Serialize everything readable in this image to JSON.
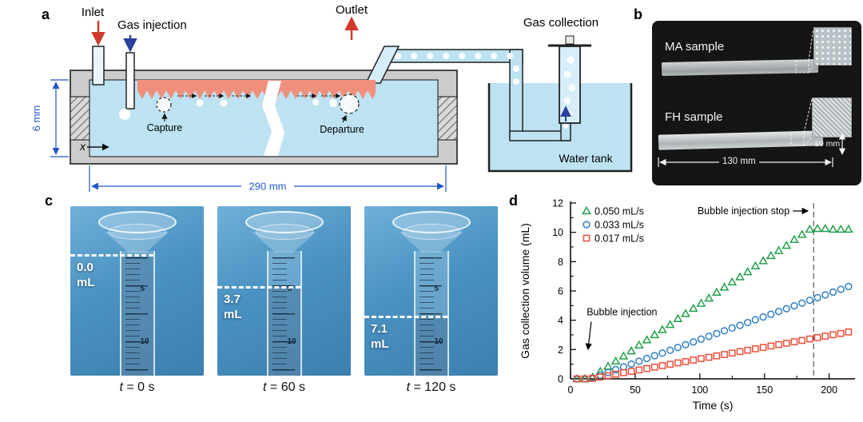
{
  "panels": {
    "a": {
      "label": "a",
      "inlet": "Inlet",
      "gas_injection": "Gas injection",
      "outlet": "Outlet",
      "gas_collection": "Gas collection",
      "capture": "Capture",
      "departure": "Departure",
      "water_tank": "Water tank",
      "flow_axis": "x",
      "dim_height": "6 mm",
      "dim_length": "290 mm"
    },
    "b": {
      "label": "b",
      "sample1": "MA sample",
      "sample2": "FH sample",
      "dim_width": "10 mm",
      "dim_length": "130 mm"
    },
    "c": {
      "label": "c",
      "scale_marks": [
        "5",
        "10"
      ],
      "photos": [
        {
          "volume": "0.0",
          "unit": "mL",
          "t_var": "t",
          "t_rest": " = 0 s"
        },
        {
          "volume": "3.7",
          "unit": "mL",
          "t_var": "t",
          "t_rest": " = 60 s"
        },
        {
          "volume": "7.1",
          "unit": "mL",
          "t_var": "t",
          "t_rest": " = 120 s"
        }
      ]
    },
    "d": {
      "label": "d"
    }
  },
  "chart_data": {
    "type": "scatter",
    "xlabel": "Time (s)",
    "ylabel": "Gas collection volume (mL)",
    "xlim": [
      0,
      220
    ],
    "ylim": [
      0,
      12
    ],
    "xticks": [
      0,
      50,
      100,
      150,
      200
    ],
    "xminor": 25,
    "yticks": [
      0,
      2,
      4,
      6,
      8,
      10,
      12
    ],
    "grid": false,
    "legend_position": "top-left",
    "vline": {
      "x": 188,
      "style": "dashed"
    },
    "annotations": [
      {
        "text": "Bubble injection stop",
        "target": "vline"
      },
      {
        "text": "Bubble injection",
        "x": 12.5,
        "y": 4.35,
        "ax1": 16,
        "ay1": 3.9,
        "ax2": 13.5,
        "ay2": 2.0
      }
    ],
    "series": [
      {
        "name": "0.050 mL/s",
        "marker": "triangle",
        "color": "#22a04a",
        "x": [
          5,
          11,
          17,
          23,
          29,
          35,
          41,
          47,
          53,
          59,
          65,
          71,
          77,
          83,
          89,
          95,
          101,
          107,
          113,
          119,
          125,
          131,
          137,
          143,
          149,
          155,
          161,
          167,
          173,
          179,
          185,
          191,
          197,
          203,
          209,
          215
        ],
        "y": [
          0,
          0,
          0.1,
          0.5,
          0.85,
          1.2,
          1.55,
          1.9,
          2.3,
          2.65,
          3.0,
          3.35,
          3.7,
          4.1,
          4.45,
          4.8,
          5.15,
          5.5,
          5.9,
          6.25,
          6.6,
          6.95,
          7.3,
          7.7,
          8.05,
          8.4,
          8.75,
          9.1,
          9.5,
          9.85,
          10.2,
          10.25,
          10.25,
          10.2,
          10.2,
          10.2
        ]
      },
      {
        "name": "0.033 mL/s",
        "marker": "circle",
        "color": "#2e7fc2",
        "x": [
          5,
          11,
          17,
          23,
          29,
          35,
          41,
          47,
          53,
          59,
          65,
          71,
          77,
          83,
          89,
          95,
          101,
          107,
          113,
          119,
          125,
          131,
          137,
          143,
          149,
          155,
          161,
          167,
          173,
          179,
          185,
          191,
          197,
          203,
          209,
          215
        ],
        "y": [
          0,
          0,
          0.06,
          0.25,
          0.44,
          0.63,
          0.82,
          1.01,
          1.2,
          1.39,
          1.58,
          1.76,
          1.95,
          2.14,
          2.33,
          2.52,
          2.71,
          2.9,
          3.09,
          3.28,
          3.47,
          3.65,
          3.84,
          4.03,
          4.22,
          4.41,
          4.6,
          4.79,
          4.98,
          5.17,
          5.36,
          5.54,
          5.73,
          5.92,
          6.11,
          6.3
        ]
      },
      {
        "name": "0.017 mL/s",
        "marker": "square",
        "color": "#ea4f3b",
        "x": [
          5,
          11,
          17,
          23,
          29,
          35,
          41,
          47,
          53,
          59,
          65,
          71,
          77,
          83,
          89,
          95,
          101,
          107,
          113,
          119,
          125,
          131,
          137,
          143,
          149,
          155,
          161,
          167,
          173,
          179,
          185,
          191,
          197,
          203,
          209,
          215
        ],
        "y": [
          0,
          0,
          0.03,
          0.13,
          0.22,
          0.32,
          0.42,
          0.51,
          0.61,
          0.7,
          0.8,
          0.9,
          0.99,
          1.09,
          1.18,
          1.28,
          1.38,
          1.47,
          1.57,
          1.66,
          1.76,
          1.86,
          1.95,
          2.05,
          2.14,
          2.24,
          2.34,
          2.43,
          2.53,
          2.62,
          2.72,
          2.82,
          2.91,
          3.01,
          3.1,
          3.2
        ]
      }
    ]
  }
}
